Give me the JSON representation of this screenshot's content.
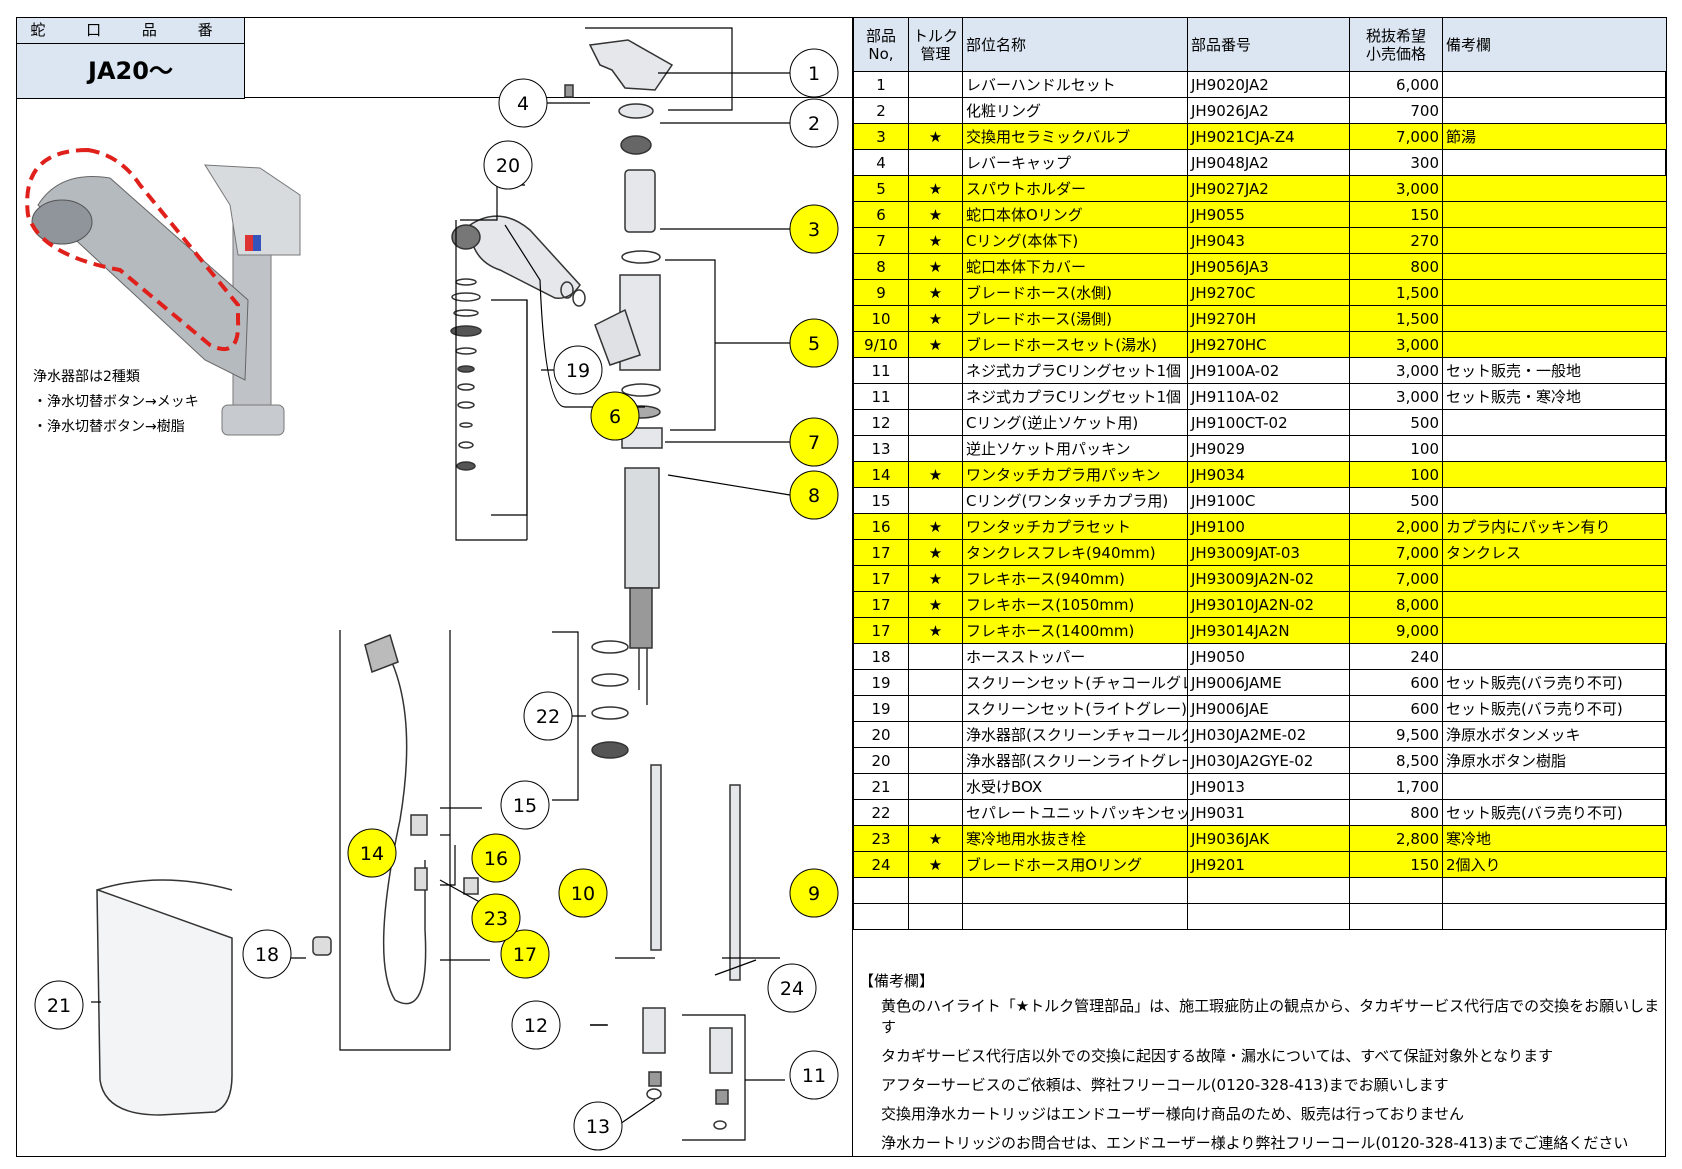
{
  "header": {
    "title": "蛇 口 品 番",
    "model": "JA20～"
  },
  "notes": [
    "浄水器部は2種類",
    "・浄水切替ボタン→メッキ",
    "・浄水切替ボタン→樹脂"
  ],
  "callouts": [
    {
      "num": "1",
      "highlight": false
    },
    {
      "num": "2",
      "highlight": false
    },
    {
      "num": "3",
      "highlight": true
    },
    {
      "num": "4",
      "highlight": false
    },
    {
      "num": "5",
      "highlight": true
    },
    {
      "num": "6",
      "highlight": true
    },
    {
      "num": "7",
      "highlight": true
    },
    {
      "num": "8",
      "highlight": true
    },
    {
      "num": "9",
      "highlight": true
    },
    {
      "num": "10",
      "highlight": true
    },
    {
      "num": "11",
      "highlight": false
    },
    {
      "num": "12",
      "highlight": false
    },
    {
      "num": "13",
      "highlight": false
    },
    {
      "num": "14",
      "highlight": true
    },
    {
      "num": "15",
      "highlight": false
    },
    {
      "num": "16",
      "highlight": true
    },
    {
      "num": "17",
      "highlight": true
    },
    {
      "num": "18",
      "highlight": false
    },
    {
      "num": "19",
      "highlight": false
    },
    {
      "num": "20",
      "highlight": false
    },
    {
      "num": "21",
      "highlight": false
    },
    {
      "num": "22",
      "highlight": false
    },
    {
      "num": "23",
      "highlight": true
    },
    {
      "num": "24",
      "highlight": false
    }
  ],
  "colors": {
    "highlight": "#ffff00",
    "header_bg": "#dce6f2",
    "dashed_outline": "#e0201b"
  },
  "table": {
    "headers": {
      "no": "部品\nNo,",
      "torque": "トルク\n管理",
      "name": "部位名称",
      "code": "部品番号",
      "price": "税抜希望\n小売価格",
      "remarks": "備考欄"
    },
    "rows": [
      {
        "no": "1",
        "star": "",
        "name": "レバーハンドルセット",
        "code": "JH9020JA2",
        "price": "6,000",
        "note": "",
        "hl": false
      },
      {
        "no": "2",
        "star": "",
        "name": "化粧リング",
        "code": "JH9026JA2",
        "price": "700",
        "note": "",
        "hl": false
      },
      {
        "no": "3",
        "star": "★",
        "name": "交換用セラミックバルブ",
        "code": "JH9021CJA-Z4",
        "price": "7,000",
        "note": "節湯",
        "hl": true
      },
      {
        "no": "4",
        "star": "",
        "name": "レバーキャップ",
        "code": "JH9048JA2",
        "price": "300",
        "note": "",
        "hl": false
      },
      {
        "no": "5",
        "star": "★",
        "name": "スパウトホルダー",
        "code": "JH9027JA2",
        "price": "3,000",
        "note": "",
        "hl": true
      },
      {
        "no": "6",
        "star": "★",
        "name": "蛇口本体Oリング",
        "code": "JH9055",
        "price": "150",
        "note": "",
        "hl": true
      },
      {
        "no": "7",
        "star": "★",
        "name": "Cリング(本体下)",
        "code": "JH9043",
        "price": "270",
        "note": "",
        "hl": true
      },
      {
        "no": "8",
        "star": "★",
        "name": "蛇口本体下カバー",
        "code": "JH9056JA3",
        "price": "800",
        "note": "",
        "hl": true
      },
      {
        "no": "9",
        "star": "★",
        "name": "ブレードホース(水側)",
        "code": "JH9270C",
        "price": "1,500",
        "note": "",
        "hl": true
      },
      {
        "no": "10",
        "star": "★",
        "name": "ブレードホース(湯側)",
        "code": "JH9270H",
        "price": "1,500",
        "note": "",
        "hl": true
      },
      {
        "no": "9/10",
        "star": "★",
        "name": "ブレードホースセット(湯水)",
        "code": "JH9270HC",
        "price": "3,000",
        "note": "",
        "hl": true
      },
      {
        "no": "11",
        "star": "",
        "name": "ネジ式カプラCリングセット1個",
        "code": "JH9100A-02",
        "price": "3,000",
        "note": "セット販売・一般地",
        "hl": false
      },
      {
        "no": "11",
        "star": "",
        "name": "ネジ式カプラCリングセット1個",
        "code": "JH9110A-02",
        "price": "3,000",
        "note": "セット販売・寒冷地",
        "hl": false
      },
      {
        "no": "12",
        "star": "",
        "name": "Cリング(逆止ソケット用)",
        "code": "JH9100CT-02",
        "price": "500",
        "note": "",
        "hl": false
      },
      {
        "no": "13",
        "star": "",
        "name": "逆止ソケット用パッキン",
        "code": "JH9029",
        "price": "100",
        "note": "",
        "hl": false
      },
      {
        "no": "14",
        "star": "★",
        "name": "ワンタッチカプラ用パッキン",
        "code": "JH9034",
        "price": "100",
        "note": "",
        "hl": true
      },
      {
        "no": "15",
        "star": "",
        "name": "Cリング(ワンタッチカプラ用)",
        "code": "JH9100C",
        "price": "500",
        "note": "",
        "hl": false
      },
      {
        "no": "16",
        "star": "★",
        "name": "ワンタッチカプラセット",
        "code": "JH9100",
        "price": "2,000",
        "note": "カプラ内にパッキン有り",
        "hl": true
      },
      {
        "no": "17",
        "star": "★",
        "name": "タンクレスフレキ(940mm)",
        "code": "JH93009JAT-03",
        "price": "7,000",
        "note": "タンクレス",
        "hl": true
      },
      {
        "no": "17",
        "star": "★",
        "name": "フレキホース(940mm)",
        "code": "JH93009JA2N-02",
        "price": "7,000",
        "note": "",
        "hl": true
      },
      {
        "no": "17",
        "star": "★",
        "name": "フレキホース(1050mm)",
        "code": "JH93010JA2N-02",
        "price": "8,000",
        "note": "",
        "hl": true
      },
      {
        "no": "17",
        "star": "★",
        "name": "フレキホース(1400mm)",
        "code": "JH93014JA2N",
        "price": "9,000",
        "note": "",
        "hl": true
      },
      {
        "no": "18",
        "star": "",
        "name": "ホースストッパー",
        "code": "JH9050",
        "price": "240",
        "note": "",
        "hl": false
      },
      {
        "no": "19",
        "star": "",
        "name": "スクリーンセット(チャコールグレー)",
        "code": "JH9006JAME",
        "price": "600",
        "note": "セット販売(バラ売り不可)",
        "hl": false
      },
      {
        "no": "19",
        "star": "",
        "name": "スクリーンセット(ライトグレー)",
        "code": "JH9006JAE",
        "price": "600",
        "note": "セット販売(バラ売り不可)",
        "hl": false
      },
      {
        "no": "20",
        "star": "",
        "name": "浄水器部(スクリーンチャコールグレー)",
        "code": "JH030JA2ME-02",
        "price": "9,500",
        "note": "浄原水ボタンメッキ",
        "hl": false
      },
      {
        "no": "20",
        "star": "",
        "name": "浄水器部(スクリーンライトグレー)",
        "code": "JH030JA2GYE-02",
        "price": "8,500",
        "note": "浄原水ボタン樹脂",
        "hl": false
      },
      {
        "no": "21",
        "star": "",
        "name": "水受けBOX",
        "code": "JH9013",
        "price": "1,700",
        "note": "",
        "hl": false
      },
      {
        "no": "22",
        "star": "",
        "name": "セパレートユニットパッキンセット",
        "code": "JH9031",
        "price": "800",
        "note": "セット販売(バラ売り不可)",
        "hl": false
      },
      {
        "no": "23",
        "star": "★",
        "name": "寒冷地用水抜き栓",
        "code": "JH9036JAK",
        "price": "2,800",
        "note": "寒冷地",
        "hl": true
      },
      {
        "no": "24",
        "star": "★",
        "name": "ブレードホース用Oリング",
        "code": "JH9201",
        "price": "150",
        "note": "2個入り",
        "hl": true
      },
      {
        "no": "",
        "star": "",
        "name": "",
        "code": "",
        "price": "",
        "note": "",
        "hl": false
      },
      {
        "no": "",
        "star": "",
        "name": "",
        "code": "",
        "price": "",
        "note": "",
        "hl": false
      }
    ]
  },
  "remarks": {
    "title": "【備考欄】",
    "lines": [
      "黄色のハイライト「★トルク管理部品」は、施工瑕疵防止の観点から、タカギサービス代行店での交換をお願いします",
      "タカギサービス代行店以外での交換に起因する故障・漏水については、すべて保証対象外となります",
      "アフターサービスのご依頼は、弊社フリーコール(0120-328-413)までお願いします",
      "交換用浄水カートリッジはエンドユーザー様向け商品のため、販売は行っておりません",
      "浄水カートリッジのお問合せは、エンドユーザー様より弊社フリーコール(0120-328-413)までご連絡ください"
    ]
  }
}
